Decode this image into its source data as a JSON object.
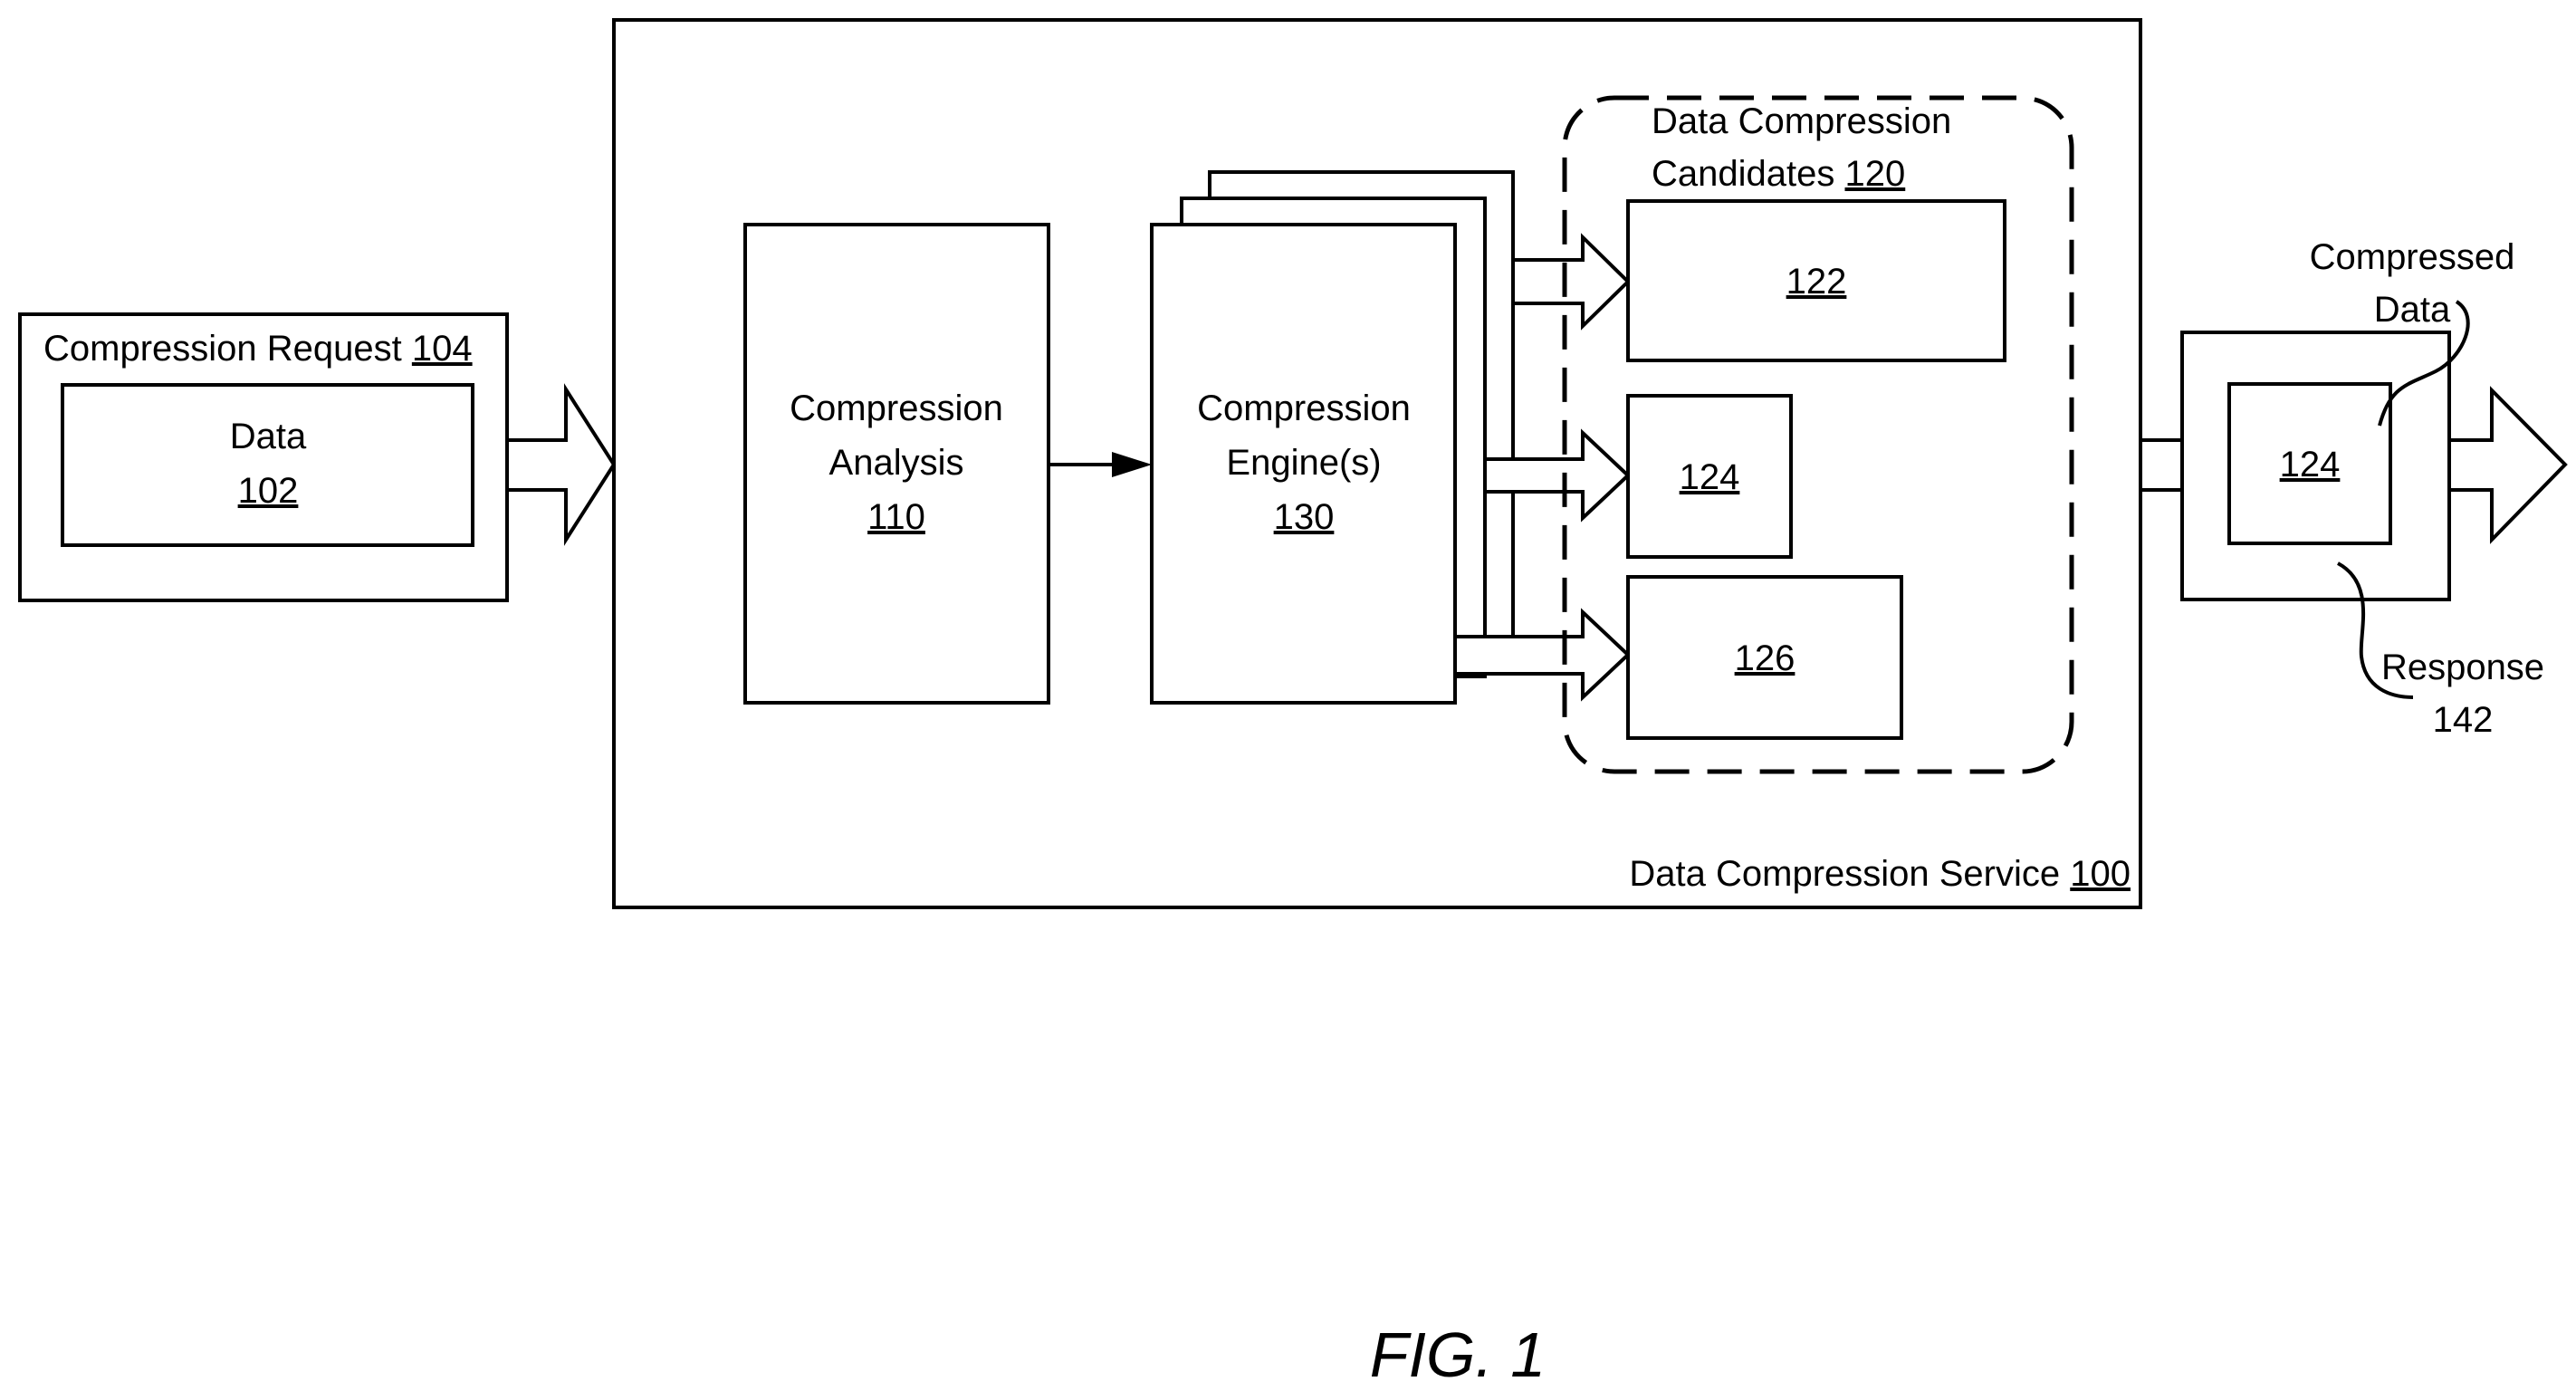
{
  "figure": {
    "caption": "FIG. 1"
  },
  "request": {
    "title": "Compression Request ",
    "ref": "104",
    "data_label": "Data",
    "data_ref": "102"
  },
  "service": {
    "title": "Data Compression Service ",
    "ref": "100"
  },
  "analysis": {
    "line1": "Compression",
    "line2": "Analysis",
    "ref": "110"
  },
  "engine": {
    "line1": "Compression",
    "line2": "Engine(s)",
    "ref": "130"
  },
  "candidates": {
    "line1": "Data Compression",
    "line2": "Candidates ",
    "ref": "120",
    "items": [
      "122",
      "124",
      "126"
    ]
  },
  "response": {
    "compressed_line1": "Compressed",
    "compressed_line2": "Data",
    "inner_ref": "124",
    "label": "Response",
    "ref": "142"
  }
}
